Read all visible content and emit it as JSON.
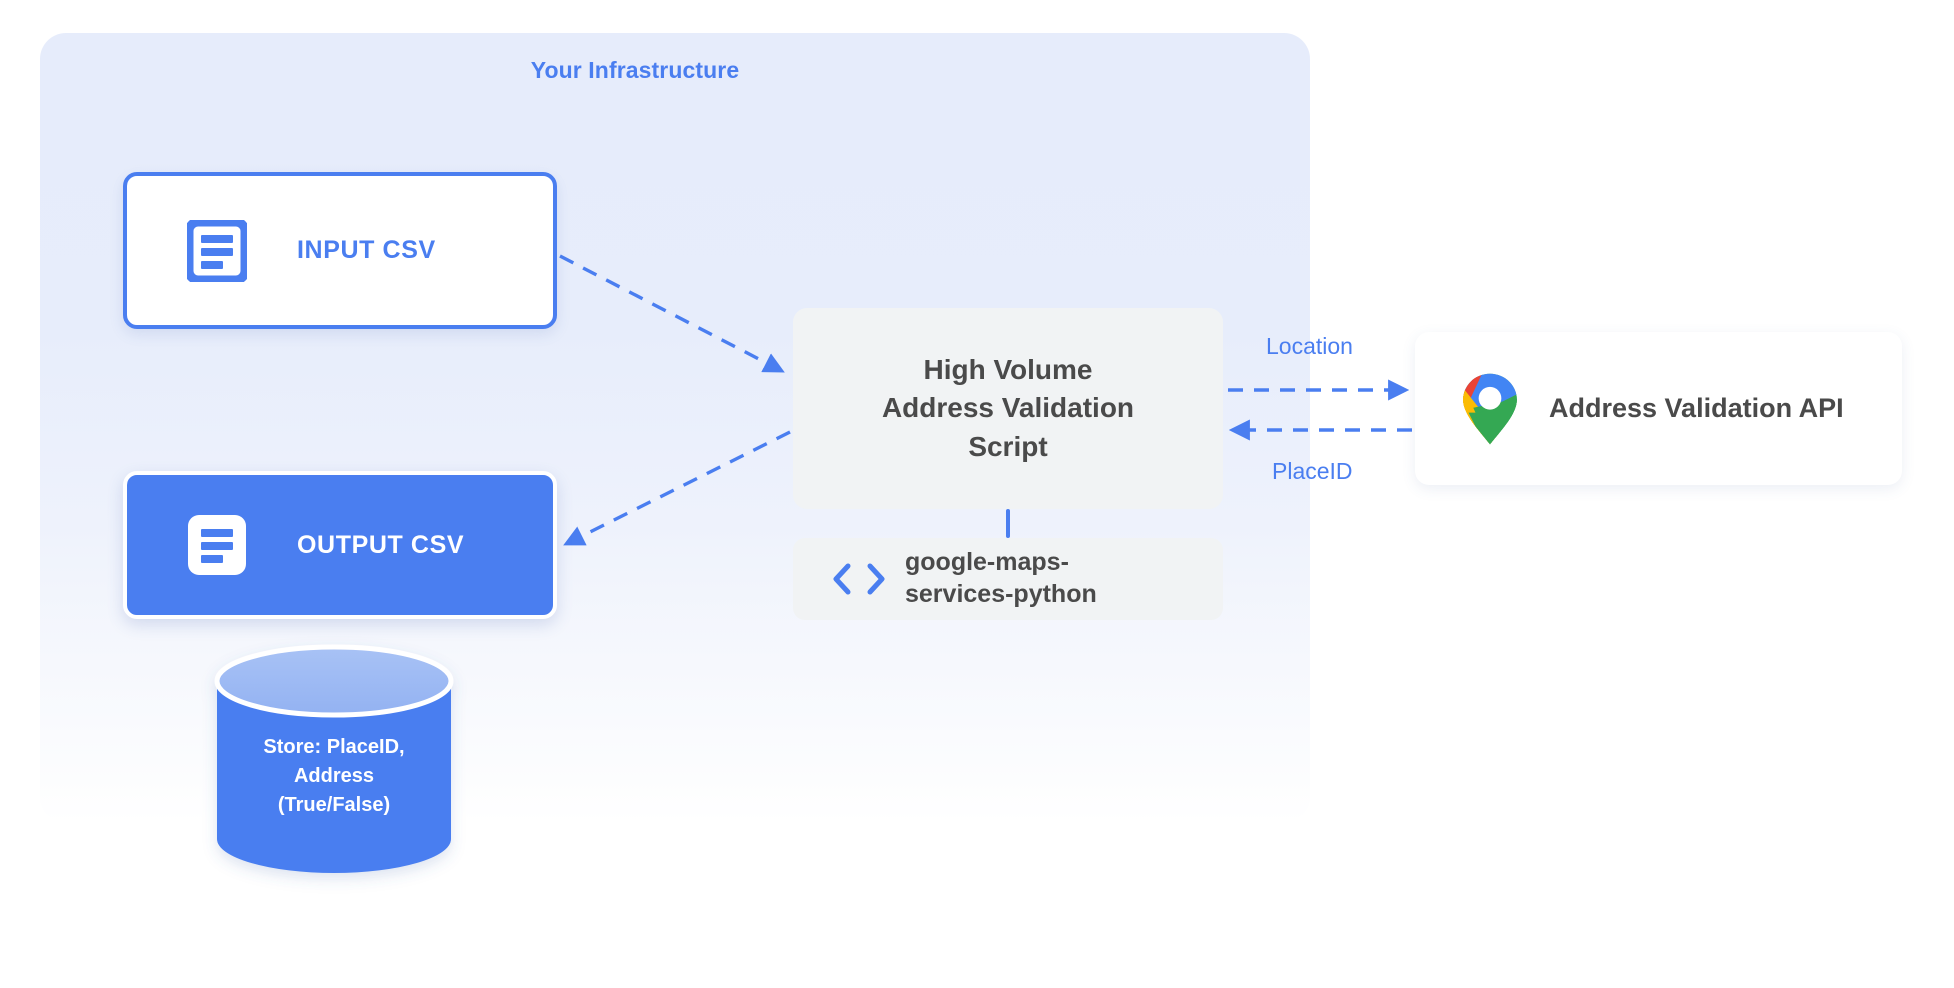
{
  "diagram": {
    "title": "Your Infrastructure",
    "accent_color": "#4a7ef0",
    "panel_color": "#e6ecfb",
    "card_gray": "#f1f3f4",
    "text_gray": "#4a4a4a"
  },
  "nodes": {
    "input_csv": {
      "label": "INPUT CSV",
      "icon": "document-icon"
    },
    "output_csv": {
      "label": "OUTPUT CSV",
      "icon": "document-icon"
    },
    "script": {
      "label": "High Volume\nAddress Validation\nScript"
    },
    "library": {
      "label": "google-maps-\nservices-python",
      "icon": "code-icon"
    },
    "api": {
      "label": "Address Validation API",
      "icon": "google-maps-pin-icon"
    },
    "database": {
      "label": "Store: PlaceID,\nAddress\n(True/False)"
    }
  },
  "edges": {
    "input_to_script": {
      "label": "",
      "style": "dashed",
      "direction": "right"
    },
    "script_to_output": {
      "label": "",
      "style": "dashed",
      "direction": "left"
    },
    "script_to_api": {
      "label": "Location",
      "style": "dashed",
      "direction": "right"
    },
    "api_to_script": {
      "label": "PlaceID",
      "style": "dashed",
      "direction": "left"
    },
    "script_to_library": {
      "label": "",
      "style": "solid",
      "direction": "none"
    }
  }
}
